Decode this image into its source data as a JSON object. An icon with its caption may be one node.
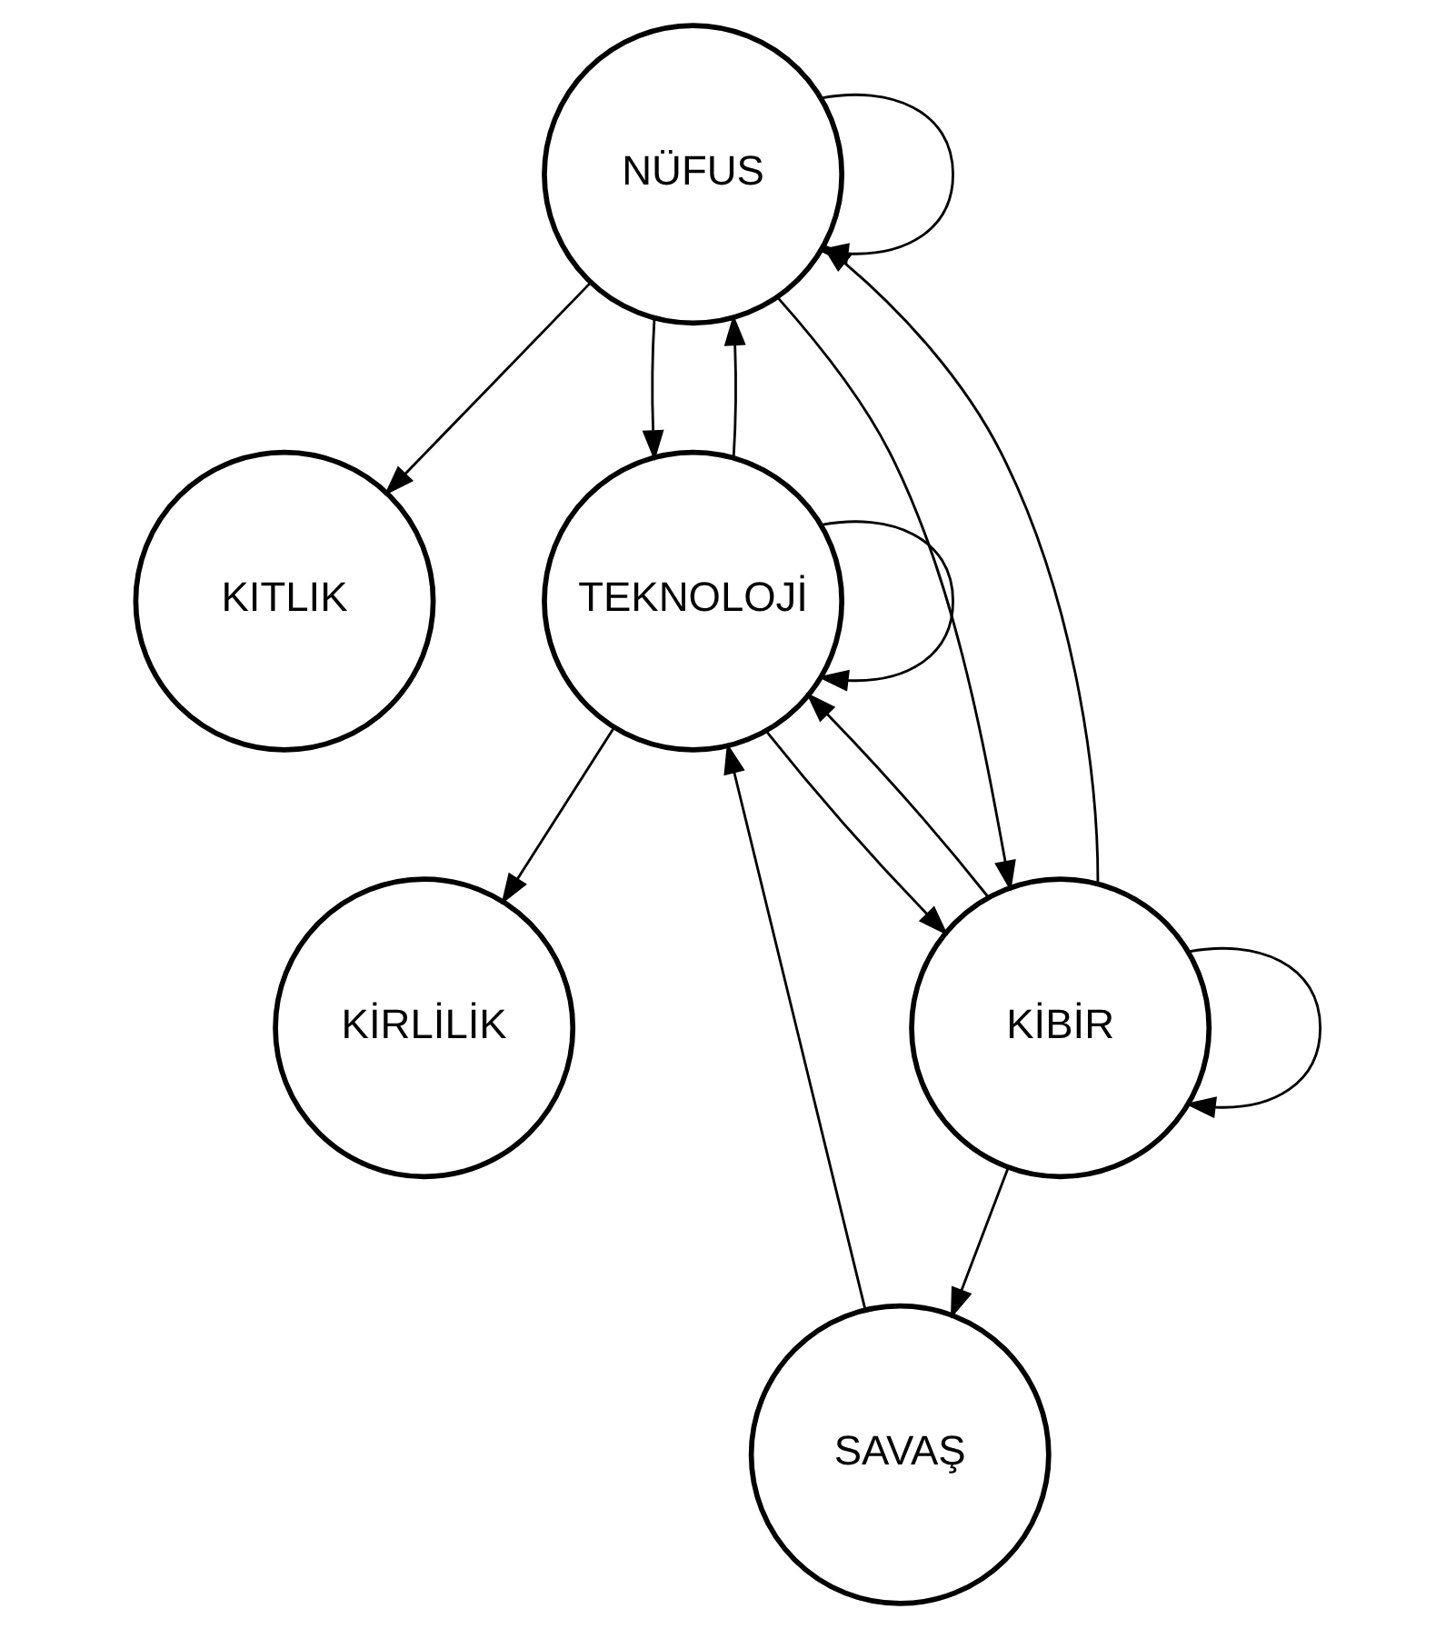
{
  "diagram": {
    "nodes": [
      {
        "text": [
          "KITLIK"
        ]
      },
      {
        "text": [
          "NÜFUS"
        ]
      },
      {
        "text": [
          "KİRLİLİK"
        ]
      },
      {
        "text": [
          "TEKNOLOJİ"
        ]
      },
      {
        "text": [
          "KİBİR"
        ]
      },
      {
        "text": [
          "SAVAŞ"
        ]
      }
    ],
    "edges": [
      {
        "from": 3,
        "to": 1,
        "arrow": "to"
      },
      {
        "from": 1,
        "to": 0,
        "arrow": "to"
      },
      {
        "from": 1,
        "to": 4,
        "arrow": "to"
      },
      {
        "from": 4,
        "to": 5,
        "arrow": "to"
      },
      {
        "from": 1,
        "to": 3,
        "arrow": "to"
      },
      {
        "from": 4,
        "to": 1,
        "arrow": "to"
      },
      {
        "from": 3,
        "to": 4,
        "arrow": "to"
      },
      {
        "from": 1,
        "to": 1,
        "arrow": "to"
      },
      {
        "from": 3,
        "to": 3,
        "arrow": "to"
      },
      {
        "from": 4,
        "to": 4,
        "arrow": "to"
      },
      {
        "from": 4,
        "to": 3,
        "arrow": "to"
      },
      {
        "from": 5,
        "to": 3,
        "arrow": "to"
      },
      {
        "from": 3,
        "to": 2,
        "arrow": "to"
      }
    ]
  }
}
